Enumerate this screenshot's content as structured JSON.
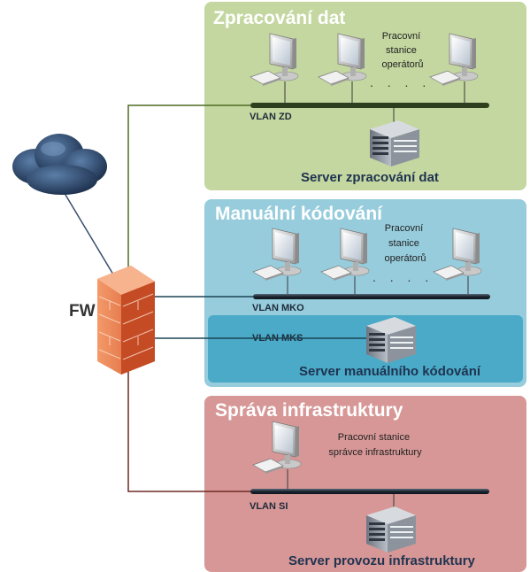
{
  "zones": {
    "data_processing": {
      "title": "Zpracování dat",
      "workstations_label": [
        "Pracovní",
        "stanice",
        "operátorů"
      ],
      "vlan": "VLAN ZD",
      "server": "Server zpracování dat",
      "color": "#c4d7a0"
    },
    "manual_coding": {
      "title": "Manuální kódování",
      "workstations_label": [
        "Pracovní",
        "stanice",
        "operátorů"
      ],
      "vlan": "VLAN MKO",
      "vlan_server": "VLAN MKS",
      "server": "Server manuálního kódování",
      "color": "#97ccdc",
      "inner_color": "#4aaac7"
    },
    "infrastructure": {
      "title": "Správa infrastruktury",
      "workstations_label": [
        "Pracovní stanice",
        "správce infrastruktury"
      ],
      "vlan": "VLAN SI",
      "server": "Server provozu infrastruktury",
      "color": "#d69796"
    }
  },
  "firewall": {
    "label": "FW"
  },
  "dots": ". . . ."
}
